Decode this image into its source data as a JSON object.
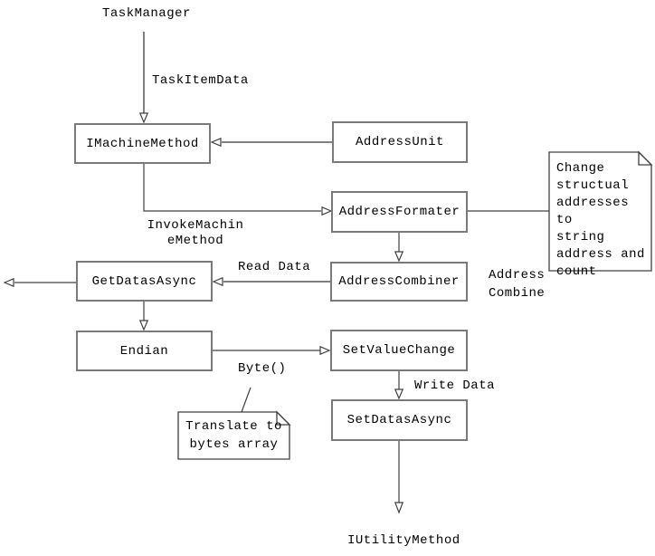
{
  "nodes": {
    "imachine_method": "IMachineMethod",
    "address_unit": "AddressUnit",
    "address_formater": "AddressFormater",
    "address_combiner": "AddressCombiner",
    "get_datas_async": "GetDatasAsync",
    "endian": "Endian",
    "set_value_change": "SetValueChange",
    "set_datas_async": "SetDatasAsync"
  },
  "labels": {
    "task_manager": "TaskManager",
    "task_item_data": "TaskItemData",
    "invoke_machine_method": "InvokeMachin\neMethod",
    "read_data": "Read Data",
    "address_combine": "Address\nCombine",
    "byte": "Byte()",
    "write_data": "Write Data",
    "iutility_method": "IUtilityMethod"
  },
  "notes": {
    "change_structural": "Change\nstructual\naddresses to\nstring\naddress and\ncount",
    "translate_bytes": "Translate to\nbytes array"
  },
  "colors": {
    "line": "#404040",
    "gray_line": "#808080",
    "box_border": "#7a7a7a",
    "text": "#000000",
    "background": "#ffffff"
  }
}
